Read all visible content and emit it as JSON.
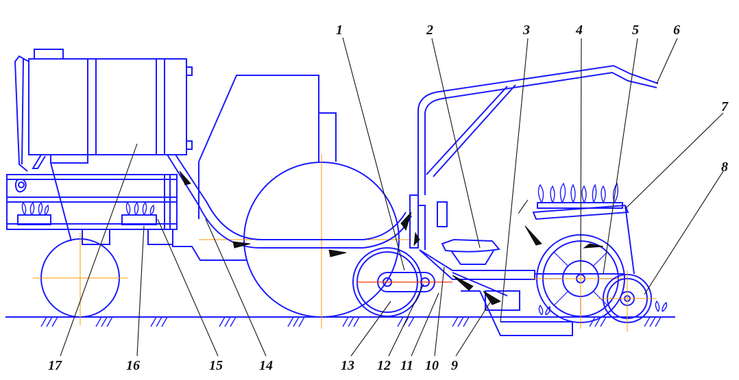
{
  "colors": {
    "outline": "#1a1aff",
    "axis": "#ff9900",
    "label": "#111111"
  },
  "labels": [
    {
      "id": "1",
      "text": "1"
    },
    {
      "id": "2",
      "text": "2"
    },
    {
      "id": "3",
      "text": "3"
    },
    {
      "id": "4",
      "text": "4"
    },
    {
      "id": "5",
      "text": "5"
    },
    {
      "id": "6",
      "text": "6"
    },
    {
      "id": "7",
      "text": "7"
    },
    {
      "id": "8",
      "text": "8"
    },
    {
      "id": "9",
      "text": "9"
    },
    {
      "id": "10",
      "text": "10"
    },
    {
      "id": "11",
      "text": "11"
    },
    {
      "id": "12",
      "text": "12"
    },
    {
      "id": "13",
      "text": "13"
    },
    {
      "id": "14",
      "text": "14"
    },
    {
      "id": "15",
      "text": "15"
    },
    {
      "id": "16",
      "text": "16"
    },
    {
      "id": "17",
      "text": "17"
    }
  ]
}
